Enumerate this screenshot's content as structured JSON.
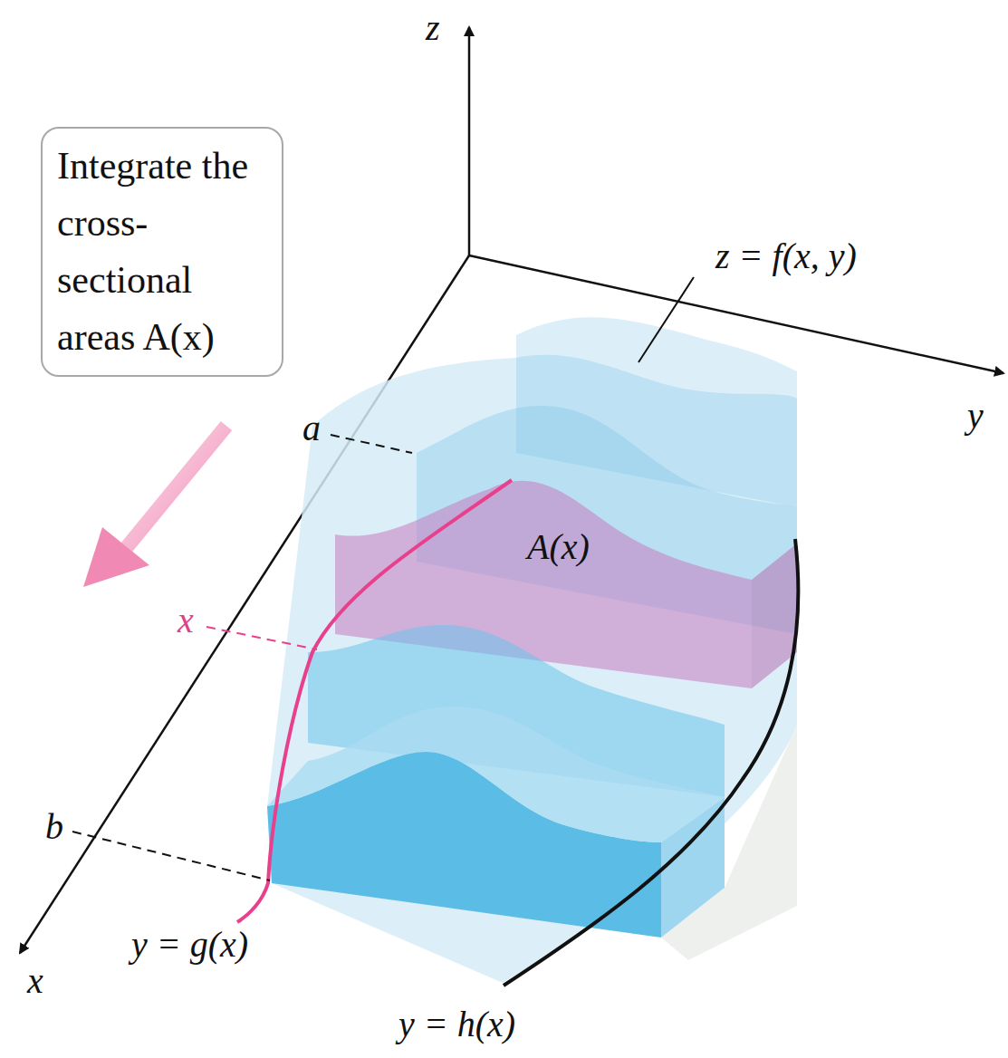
{
  "diagram": {
    "nodes": [
      {
        "text": [
          "Integrate the cross-sectional areas A(x)"
        ]
      }
    ],
    "labels": [
      "z",
      "z = f(x, y)",
      "y",
      "a",
      "A(x)",
      "x",
      "b",
      "x",
      "y = g(x)",
      "y = h(x)"
    ]
  }
}
